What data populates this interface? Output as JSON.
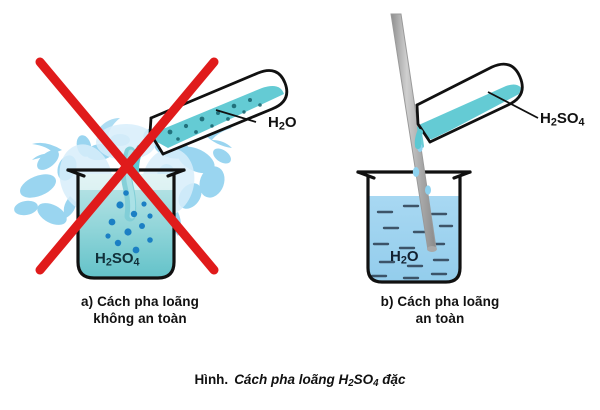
{
  "figure": {
    "caption_label": "Hình.",
    "caption_title": "Cách pha loãng H2SO4 đặc",
    "background": "#ffffff"
  },
  "panels": [
    {
      "id": "a",
      "caption_line1": "a) Cách pha loãng",
      "caption_line2": "không an toàn",
      "safe": false,
      "cross_color": "#e01b1b",
      "test_tube_label": "H2O",
      "test_tube_contents": "H2O",
      "beaker_label": "H2SO4",
      "beaker_contents": "H2SO4",
      "liquid_color": "#8fd2d6",
      "liquid_color_deep": "#63c2c9",
      "splash_color": "#9ad5f0",
      "bubble_color": "#1b7fc4",
      "description": "Pouring water into concentrated sulfuric acid causes violent splashing"
    },
    {
      "id": "b",
      "caption_line1": "b) Cách pha loãng",
      "caption_line2": "an toàn",
      "safe": true,
      "test_tube_label": "H2SO4",
      "test_tube_contents": "H2SO4",
      "beaker_label": "H2O",
      "beaker_contents": "H2O",
      "liquid_color": "#9fd2ef",
      "acid_color": "#5cc8d2",
      "rod_color": "#b3b3b3",
      "rod_name": "glass-stirring-rod",
      "description": "Adding concentrated acid slowly along a glass rod into water"
    }
  ],
  "labels": {
    "left_tube": "H2O",
    "right_tube": "H2SO4",
    "left_beaker": "H2SO4",
    "right_beaker": "H2O"
  },
  "colors": {
    "outline": "#111111",
    "red_cross": "#e01b1b",
    "water_blue": "#9fd2ef",
    "acid_teal": "#5cc8d2",
    "splash_blue": "#9ad5f0",
    "rod_gray": "#b3b3b3",
    "text": "#111111"
  }
}
